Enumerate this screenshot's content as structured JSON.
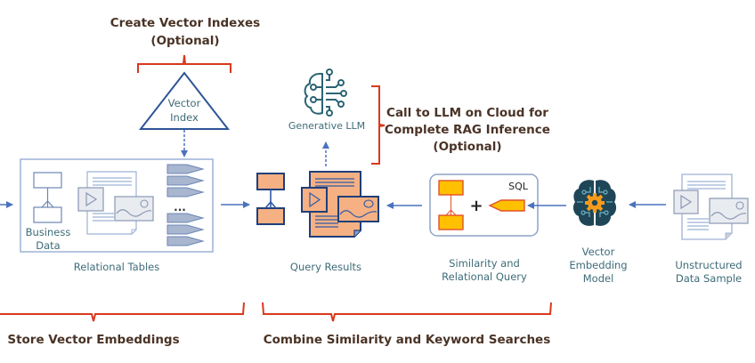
{
  "headings": {
    "create_vector_indexes": [
      "Create Vector Indexes",
      "(Optional)"
    ],
    "call_to_llm": [
      "Call to LLM on Cloud for",
      "Complete RAG Inference",
      "(Optional)"
    ],
    "store_vector_embeddings": "Store Vector Embeddings",
    "combine_searches": "Combine Similarity and Keyword Searches"
  },
  "nodes": {
    "vector_index": [
      "Vector",
      "Index"
    ],
    "business_data": [
      "Business",
      "Data"
    ],
    "relational_tables": "Relational Tables",
    "generative_llm": "Generative LLM",
    "query_results": "Query Results",
    "sql_tag": "SQL",
    "similarity_query": [
      "Similarity and",
      "Relational Query"
    ],
    "vector_embedding_model": [
      "Vector",
      "Embedding",
      "Model"
    ],
    "unstructured_data": [
      "Unstructured",
      "Data Sample"
    ],
    "ellipsis": "..."
  },
  "colors": {
    "bracket": "#d9391c",
    "heading": "#4a3326",
    "label": "#3d6b78",
    "line_blue": "#4a72c0",
    "doc_gray": "#c9d0dc",
    "query_orange": "#f5b183",
    "sql_yellow": "#ffc000",
    "brain_dark": "#1f4657",
    "gear_orange": "#f59b1c"
  }
}
